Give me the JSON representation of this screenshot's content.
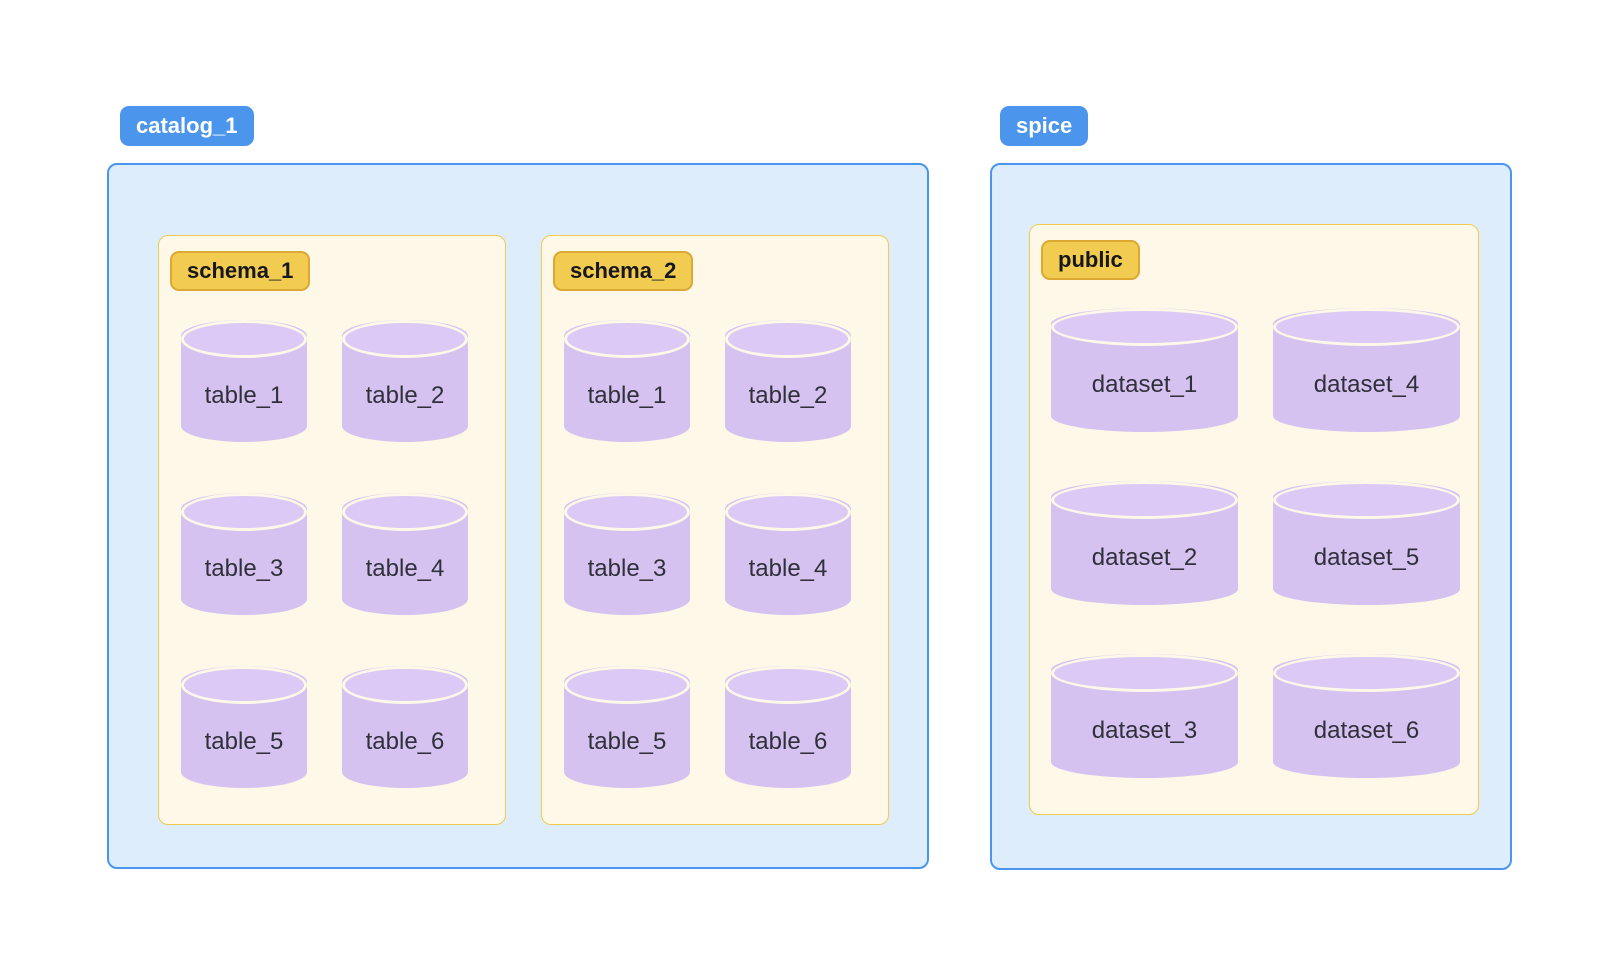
{
  "canvas": {
    "background": "#FFFFFF"
  },
  "colors": {
    "blue_badge_bg": "#4B96EC",
    "blue_badge_text": "#FFFFFF",
    "blue_box_bg": "#DEEDFB",
    "blue_box_border": "#4A96EC",
    "cream_box_bg": "#FDF8E7",
    "cream_box_border": "#EFCB52",
    "yellow_badge_bg": "#F2CC51",
    "yellow_badge_border": "#DBA833",
    "yellow_badge_text": "#17171C",
    "cylinder_body": "#D6C2F0",
    "cylinder_top": "#DCC9F6",
    "cylinder_divider": "#FDF8E7",
    "cylinder_text": "#30303A"
  },
  "diagram": {
    "catalogs": [
      {
        "label": "catalog_1",
        "schemas": [
          {
            "label": "schema_1",
            "tables": [
              "table_1",
              "table_2",
              "table_3",
              "table_4",
              "table_5",
              "table_6"
            ]
          },
          {
            "label": "schema_2",
            "tables": [
              "table_1",
              "table_2",
              "table_3",
              "table_4",
              "table_5",
              "table_6"
            ]
          }
        ]
      },
      {
        "label": "spice",
        "schemas": [
          {
            "label": "public",
            "tables": [
              "dataset_1",
              "dataset_2",
              "dataset_3",
              "dataset_4",
              "dataset_5",
              "dataset_6"
            ]
          }
        ]
      }
    ]
  }
}
